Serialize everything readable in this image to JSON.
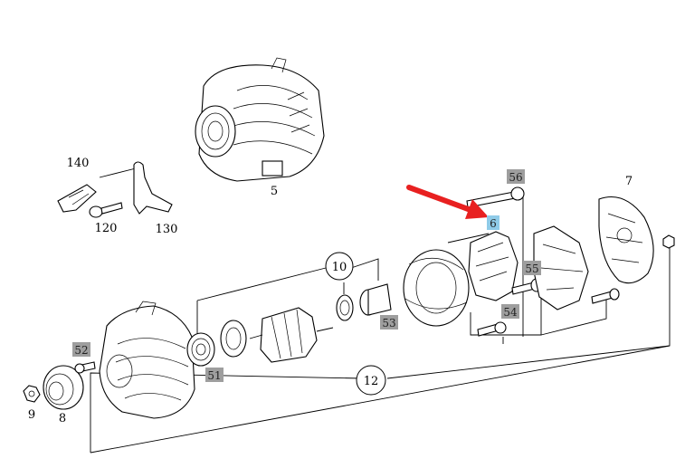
{
  "labels": {
    "alternator": "5",
    "brush_holder": "6",
    "rear_cover": "7",
    "pulley": "8",
    "nut": "9",
    "bearing_group": "10",
    "assembly_group": "12",
    "bolt_120": "120",
    "bracket_130": "130",
    "clip_140": "140",
    "screw_52": "52",
    "bearing_51": "51",
    "sleeve_53": "53",
    "screw_54": "54",
    "screw_55": "55",
    "bolt_56": "56"
  },
  "colors": {
    "gray_box": "#9e9e9e",
    "highlight_box": "#8fcbe8",
    "arrow": "#e82020",
    "line": "#000000"
  },
  "icons": {
    "arrow": "red-pointer-arrow-icon"
  }
}
